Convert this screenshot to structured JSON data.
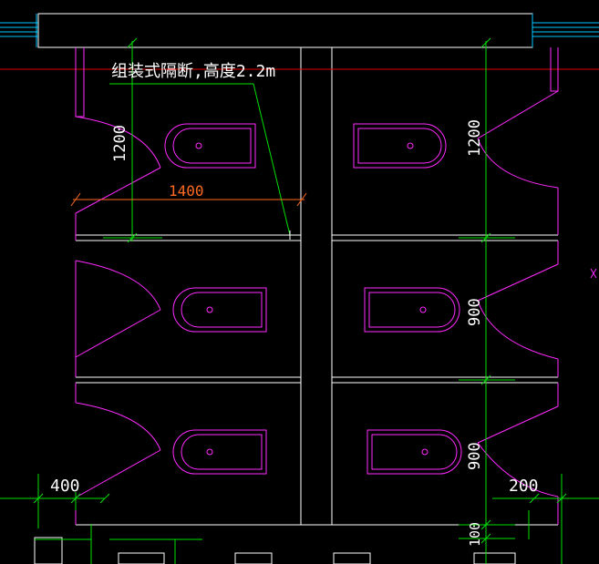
{
  "annotation": {
    "text": "组装式隔断,高度2.2m"
  },
  "dimensions": {
    "stall_width": "1400",
    "depth_left": "1200",
    "depth_right": "1200",
    "depth_mid_right_a": "900",
    "depth_mid_right_b": "900",
    "left_gap": "400",
    "right_gap": "200",
    "bottom_gap": "100"
  },
  "colors": {
    "background": "#000000",
    "wall": "#ffffff",
    "fixture": "#ff2bff",
    "dimension": "#00e000",
    "axis": "#ff0000",
    "dimension_text": "#ff6a20",
    "window": "#00c8ff"
  }
}
